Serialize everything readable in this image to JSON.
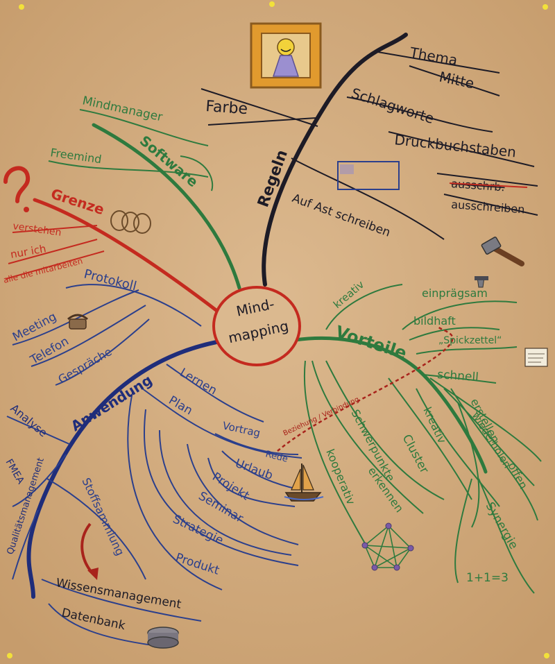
{
  "colors": {
    "paper": "#d6b187",
    "paper_dark": "#c99f72",
    "black": "#1d1b26",
    "green": "#2e7a3e",
    "red": "#c42a1f",
    "blue": "#2b3f8c",
    "navy": "#1f2d7a",
    "light_blue": "#4a5fa8"
  },
  "center": {
    "line1": "Mind-",
    "line2": "mapping"
  },
  "regeln": {
    "branch": "Regeln",
    "thema": "Thema",
    "mitte": "Mitte",
    "schlagworte": "Schlagworte",
    "druckbuchstaben": "Druckbuchstaben",
    "ausschrb": "ausschrb.",
    "ausschreiben": "ausschreiben",
    "farbe": "Farbe",
    "auf_ast": "Auf Ast schreiben"
  },
  "software": {
    "branch": "Software",
    "mindmanager": "Mindmanager",
    "freemind": "Freemind"
  },
  "grenze": {
    "branch": "Grenze",
    "question": "?",
    "verstehen": "verstehen",
    "nur_ich": "nur ich",
    "alle": "alle die mitarbeiten"
  },
  "protokoll": {
    "label": "Protokoll",
    "meeting": "Meeting",
    "telefon": "Telefon",
    "gespraeche": "Gespräche"
  },
  "anwendung": {
    "branch": "Anwendung",
    "lernen": "Lernen",
    "plan": "Plan",
    "vortrag": "Vortrag",
    "rede": "Rede",
    "urlaub": "Urlaub",
    "projekt": "Projekt",
    "seminar": "Seminar",
    "strategie": "Strategie",
    "produkt": "Produkt",
    "analyse": "Analyse",
    "fmea": "FMEA",
    "qm": "Qualitätsmanagement",
    "stoffsammlung": "Stoffsammlung",
    "wissensmanagement": "Wissensmanagement",
    "datenbank": "Datenbank"
  },
  "vorteile": {
    "branch": "Vorteile",
    "kreativ_top": "kreativ",
    "einpraegsam": "einprägsam",
    "bildhaft": "bildhaft",
    "spickzettel": "„Spickzettel“",
    "schnell": "schnell",
    "beziehung": "Beziehung / Verbindung",
    "schwerpunkte": "Schwerpunkte",
    "erkennen": "erkennen",
    "kooperativ": "kooperativ",
    "kreativ": "kreativ",
    "cluster": "Cluster",
    "erstellen": "erstellen",
    "wiederholen": "wiederholen",
    "offen": "offen",
    "synergie": "Synergie",
    "formula": "1+1=3"
  }
}
